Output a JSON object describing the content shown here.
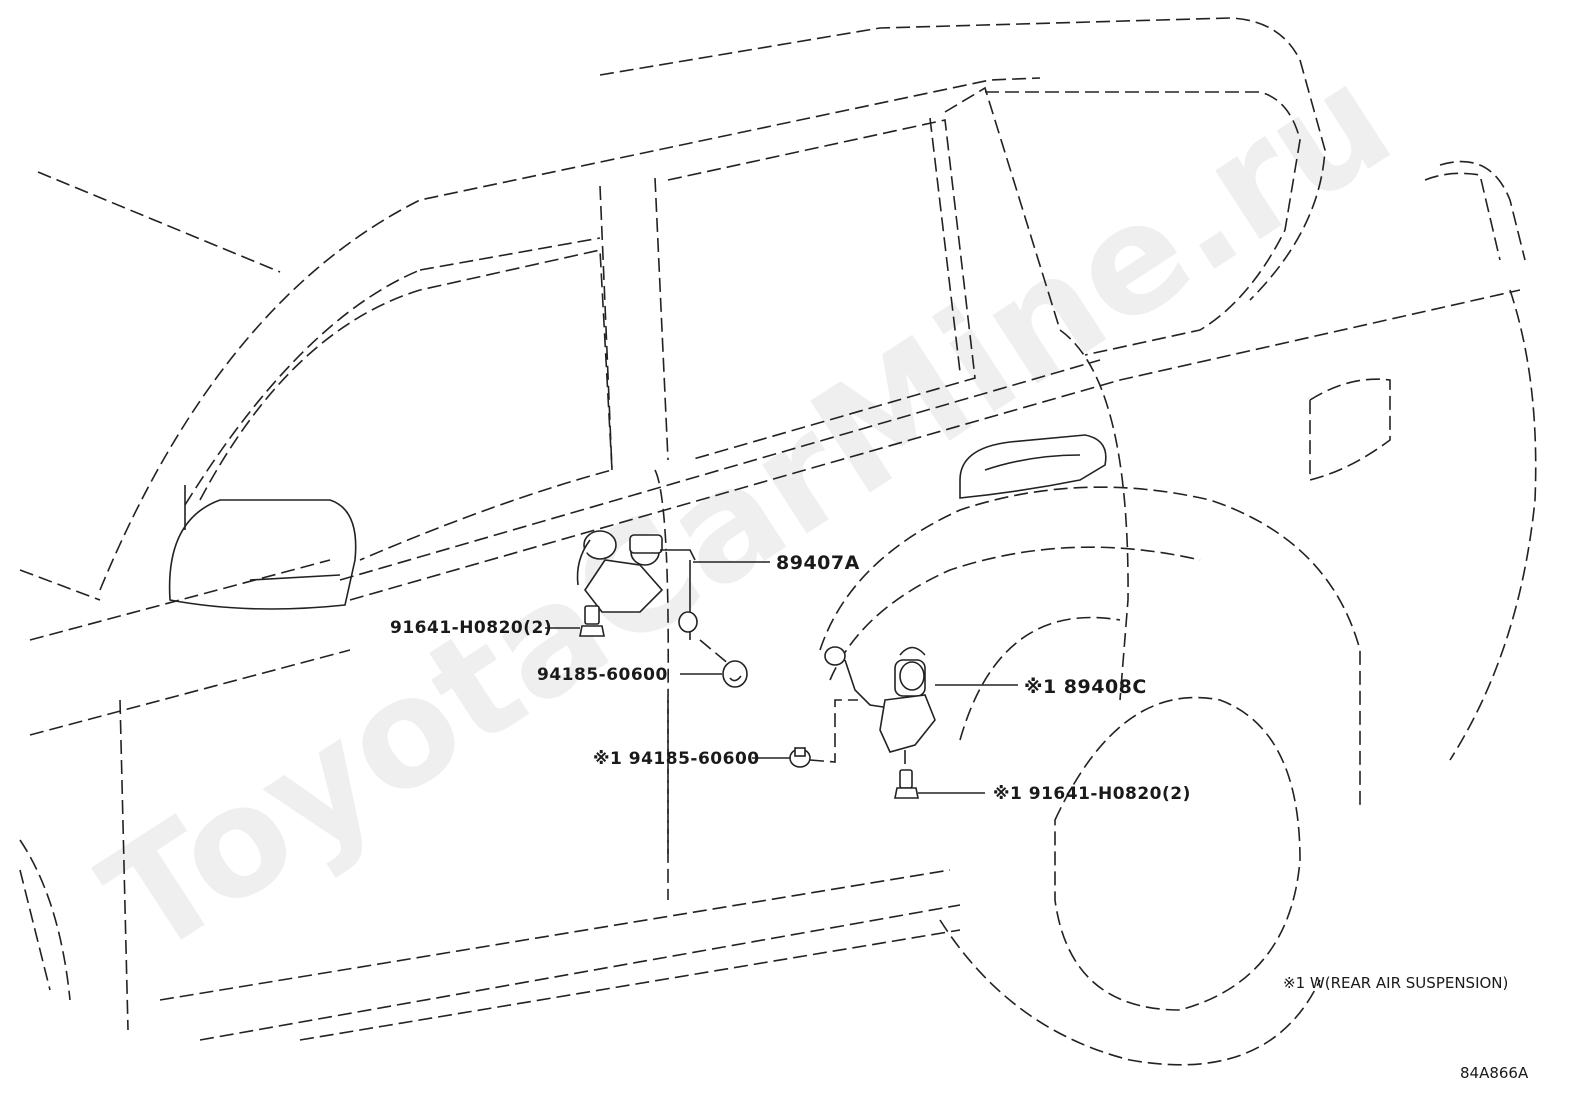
{
  "watermark": "ToyotaCarMine.ru",
  "callouts": {
    "sensor_front": "89407A",
    "bolt_front": "91641-H0820(2)",
    "clip_front": "94185-60600",
    "sensor_rear": "※1 89408C",
    "clip_rear": "※1 94185-60600",
    "bolt_rear": "※1 91641-H0820(2)"
  },
  "footnote": "※1 W(REAR AIR SUSPENSION)",
  "figure_code": "84A866A"
}
